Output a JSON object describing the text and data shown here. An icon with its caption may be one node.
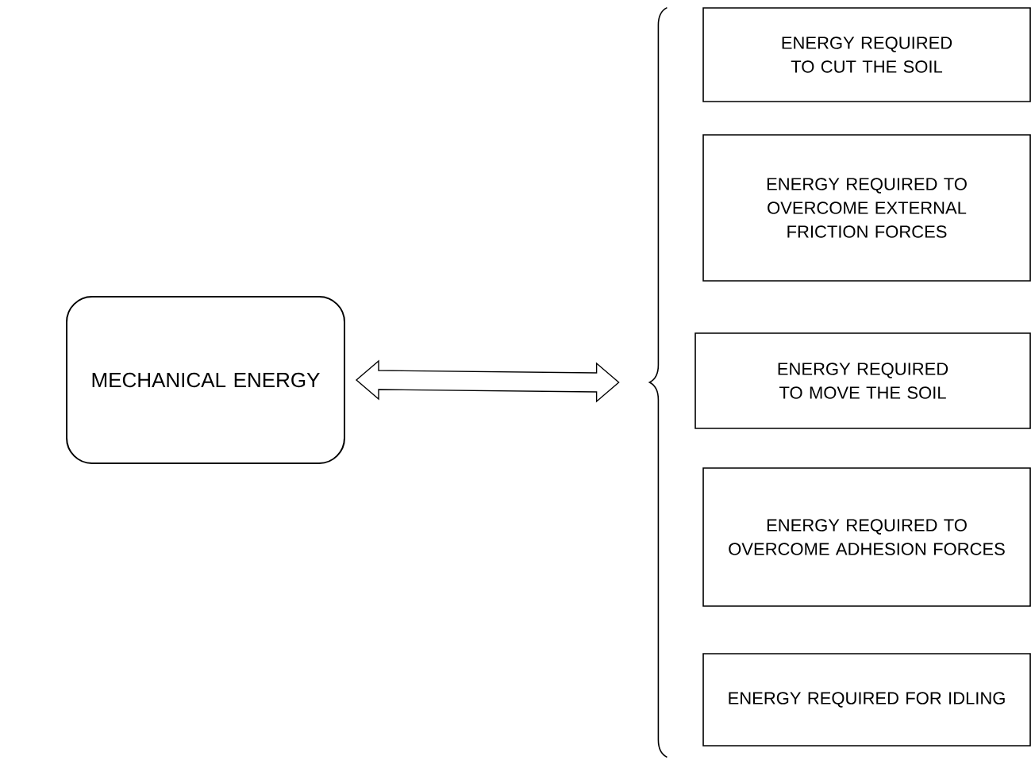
{
  "diagram": {
    "nodes": [
      {
        "text": [
          "MECHANICAL ENERGY"
        ]
      },
      {
        "text": [],
        "shape": "brace"
      },
      {
        "text": [
          "ENERGY REQUIRED TO CUT THE SOIL"
        ]
      },
      {
        "text": [
          "ENERGY REQUIRED TO OVERCOME EXTERNAL FRICTION FORCES"
        ]
      },
      {
        "text": [
          "ENERGY REQUIRED TO MOVE THE SOIL"
        ]
      },
      {
        "text": [
          "ENERGY REQUIRED TO OVERCOME ADHESION FORCES"
        ]
      },
      {
        "text": [
          "ENERGY REQUIRED FOR IDLING"
        ]
      }
    ],
    "edges": [
      {
        "from": 0,
        "to": 1,
        "arrow": "both"
      }
    ]
  }
}
